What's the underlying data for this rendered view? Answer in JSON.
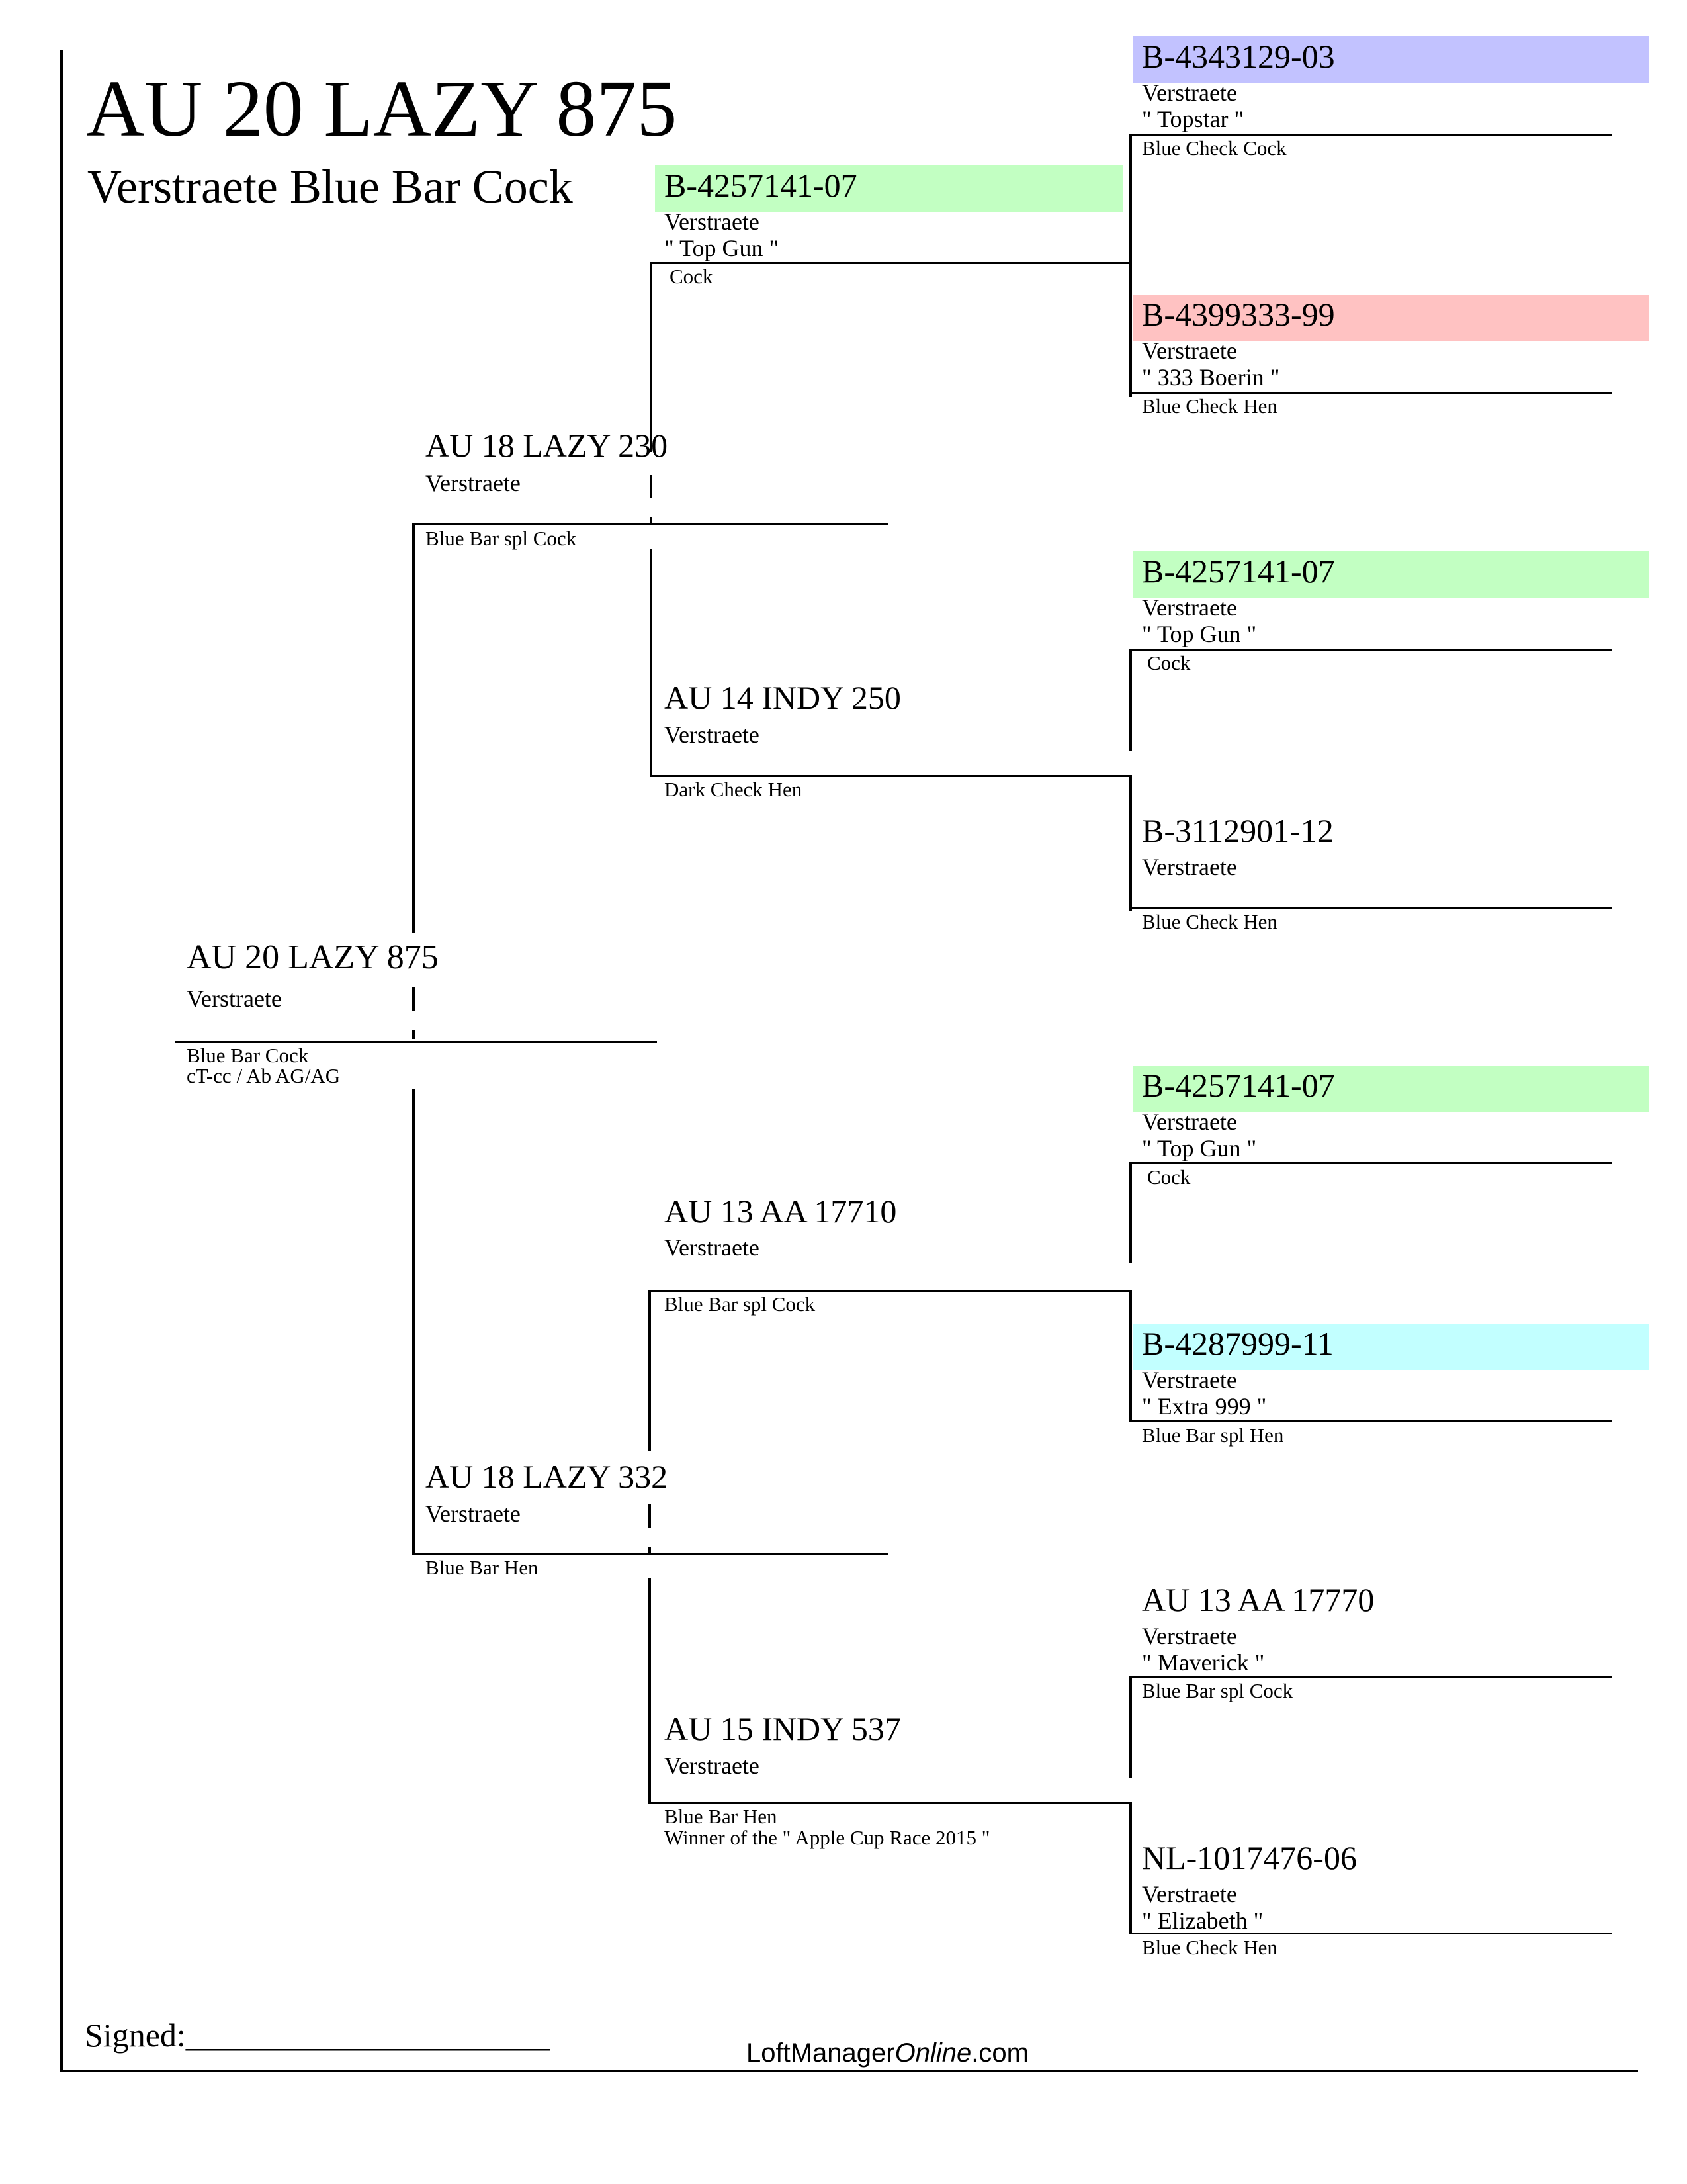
{
  "header": {
    "title": "AU 20 LAZY 875",
    "subtitle": "Verstraete Blue Bar Cock"
  },
  "subject": {
    "ring": "AU 20 LAZY 875",
    "name_line": "Verstraete",
    "color": "Blue Bar Cock",
    "genetics": "cT-cc / Ab  AG/AG"
  },
  "sire": {
    "ring": "AU 18 LAZY 230",
    "name_line": "Verstraete",
    "color": "Blue Bar spl Cock"
  },
  "dam": {
    "ring": "AU 18 LAZY 332",
    "name_line": "Verstraete",
    "color": "Blue Bar Hen"
  },
  "grand": {
    "ss": {
      "ring": "B-4257141-07",
      "name_line": "Verstraete",
      "nickname": "\" Top Gun \"",
      "color": "Cock"
    },
    "sd": {
      "ring": "AU 14 INDY 250",
      "name_line": "Verstraete",
      "color": "Dark Check Hen"
    },
    "ds": {
      "ring": "AU 13 AA 17710",
      "name_line": "Verstraete",
      "color": "Blue Bar spl Cock"
    },
    "dd": {
      "ring": "AU 15 INDY 537",
      "name_line": "Verstraete",
      "color": "Blue Bar Hen",
      "note": "Winner of the \" Apple Cup Race 2015 \""
    }
  },
  "great": {
    "sss": {
      "ring": "B-4343129-03",
      "name_line": "Verstraete",
      "nickname": "\" Topstar \"",
      "color": "Blue Check Cock"
    },
    "ssd": {
      "ring": "B-4399333-99",
      "name_line": "Verstraete",
      "nickname": "\" 333 Boerin \"",
      "color": "Blue Check Hen"
    },
    "sds": {
      "ring": "B-4257141-07",
      "name_line": "Verstraete",
      "nickname": "\" Top Gun \"",
      "color": "Cock"
    },
    "sdd": {
      "ring": "B-3112901-12",
      "name_line": "Verstraete",
      "color": "Blue Check Hen"
    },
    "dss": {
      "ring": "B-4257141-07",
      "name_line": "Verstraete",
      "nickname": "\" Top Gun \"",
      "color": "Cock"
    },
    "dsd": {
      "ring": "B-4287999-11",
      "name_line": "Verstraete",
      "nickname": "\" Extra 999 \"",
      "color": "Blue Bar spl Hen"
    },
    "dds": {
      "ring": "AU 13 AA 17770",
      "name_line": "Verstraete",
      "nickname": "\" Maverick \"",
      "color": "Blue Bar spl Cock"
    },
    "ddd": {
      "ring": "NL-1017476-06",
      "name_line": "Verstraete",
      "nickname": "\" Elizabeth \"",
      "color": "Blue Check Hen"
    }
  },
  "highlights": {
    "green": "#c2ffc2",
    "blue": "#c2c2ff",
    "red": "#ffc2c2",
    "cyan": "#c2ffff"
  },
  "footer": {
    "signed_label": "Signed:______________________",
    "brand_prefix": "LoftManager",
    "brand_italic": "Online",
    "brand_suffix": ".com"
  }
}
